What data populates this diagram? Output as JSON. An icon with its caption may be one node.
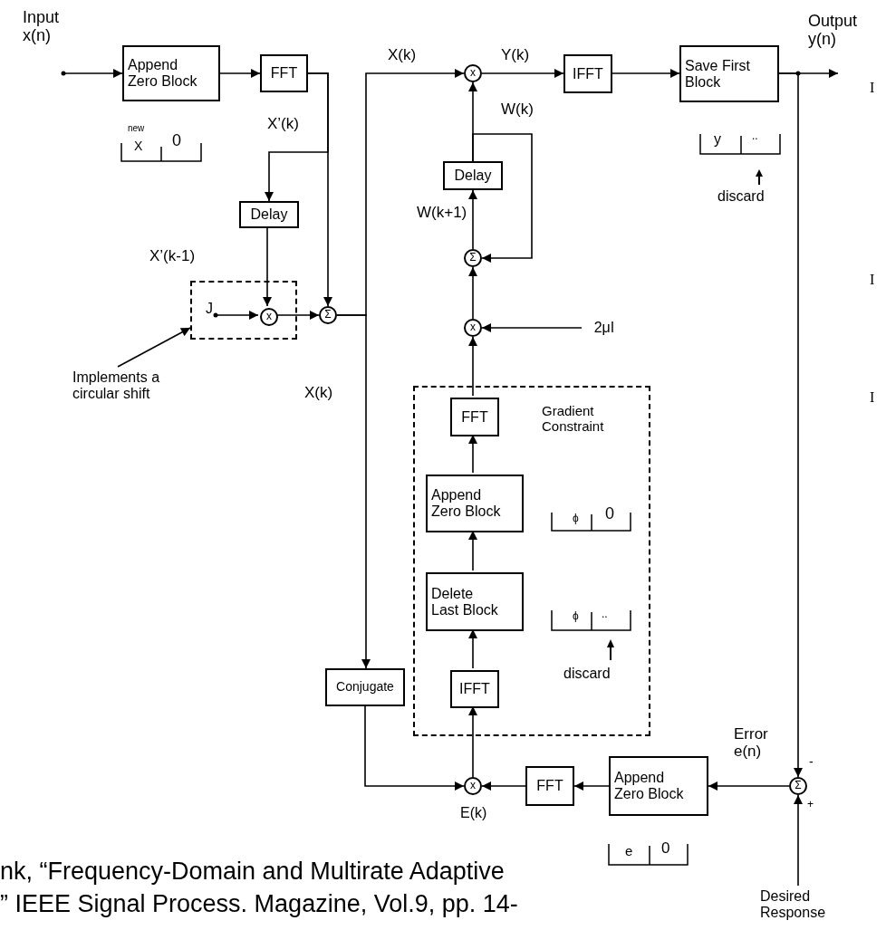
{
  "diagram": {
    "nodes": [
      {
        "text": [
          "Append Zero Block"
        ]
      },
      {
        "text": [
          "FFT"
        ]
      },
      {
        "text": [
          "Delay"
        ]
      },
      {
        "text": [],
        "shape": "box"
      },
      {
        "text": [
          "J"
        ],
        "in": 3
      },
      {
        "text": [
          "x"
        ],
        "in": 3
      },
      {
        "text": [
          "Σ"
        ]
      },
      {
        "text": [
          "Implements a circular shift"
        ]
      },
      {
        "text": [
          "x"
        ]
      },
      {
        "text": [
          "IFFT"
        ]
      },
      {
        "text": [
          "Save First Block"
        ]
      },
      {
        "text": [
          "Delay"
        ]
      },
      {
        "text": [
          "Σ"
        ]
      },
      {
        "text": [
          "x"
        ]
      },
      {
        "text": [
          "2μI"
        ]
      },
      {
        "text": [
          "Gradient Constraint"
        ]
      },
      {
        "text": [
          "FFT"
        ],
        "in": 15
      },
      {
        "text": [
          "Append Zero Block"
        ],
        "in": 15
      },
      {
        "text": [
          "Delete Last Block"
        ],
        "in": 15
      },
      {
        "text": [
          "IFFT"
        ],
        "in": 15
      },
      {
        "text": [
          "Conjugate"
        ]
      },
      {
        "text": [
          "x"
        ],
        "beside": [
          "E(k)"
        ]
      },
      {
        "text": [
          "FFT"
        ]
      },
      {
        "text": [
          "Append Zero Block"
        ]
      },
      {
        "text": [
          "Σ"
        ]
      },
      {
        "text": [
          "Desired Response"
        ]
      }
    ],
    "edges": [
      {
        "from": null,
        "to": 0,
        "arrow": "to"
      },
      {
        "from": 0,
        "to": 1,
        "arrow": "to"
      },
      {
        "from": 1,
        "to": 2,
        "arrow": "to"
      },
      {
        "from": 1,
        "to": 6,
        "arrow": "to"
      },
      {
        "from": 2,
        "to": 5,
        "arrow": "to"
      },
      {
        "from": 4,
        "to": 5,
        "arrow": "to"
      },
      {
        "from": 5,
        "to": 6,
        "arrow": "to"
      },
      {
        "from": 6,
        "to": 8,
        "arrow": "to",
        "label": "X(k)"
      },
      {
        "from": 6,
        "to": 20,
        "arrow": "to",
        "label": "X(k)"
      },
      {
        "from": 8,
        "to": 9,
        "arrow": "to",
        "label": "Y(k)"
      },
      {
        "from": 9,
        "to": 10,
        "arrow": "to"
      },
      {
        "from": 10,
        "to": null,
        "arrow": "to"
      },
      {
        "from": 10,
        "to": 24,
        "arrow": "to"
      },
      {
        "from": 25,
        "to": 24,
        "arrow": "to"
      },
      {
        "from": 24,
        "to": 23,
        "arrow": "to",
        "label": "Error e(n)"
      },
      {
        "from": 23,
        "to": 22,
        "arrow": "to"
      },
      {
        "from": 22,
        "to": 21,
        "arrow": "to"
      },
      {
        "from": 20,
        "to": 21,
        "arrow": "to"
      },
      {
        "from": 21,
        "to": 19,
        "arrow": "to"
      },
      {
        "from": 19,
        "to": 18,
        "arrow": "to"
      },
      {
        "from": 18,
        "to": 17,
        "arrow": "to"
      },
      {
        "from": 17,
        "to": 16,
        "arrow": "to"
      },
      {
        "from": 16,
        "to": 13,
        "arrow": "to"
      },
      {
        "from": 14,
        "to": 13,
        "arrow": "to"
      },
      {
        "from": 13,
        "to": 12,
        "arrow": "to"
      },
      {
        "from": 12,
        "to": 11,
        "arrow": "to",
        "label": "W(k+1)"
      },
      {
        "from": 11,
        "to": 8,
        "arrow": "to",
        "label": "W(k)"
      },
      {
        "from": 11,
        "to": 12,
        "arrow": "to"
      },
      {
        "from": 7,
        "to": 3,
        "arrow": "to"
      }
    ],
    "labels": [
      "Input x(n)",
      "Output y(n)",
      "I",
      "new",
      "X",
      "0",
      "X’(k)",
      "y",
      "..",
      "discard",
      "X’(k-1)",
      "I",
      "I",
      "ϕ",
      "0",
      "ϕ",
      "..",
      "discard",
      "-",
      "+",
      "e",
      "0",
      "nk, “Frequency-Domain and Multirate Adaptive",
      "” IEEE Signal Process. Magazine, Vol.9, pp. 14-"
    ]
  }
}
